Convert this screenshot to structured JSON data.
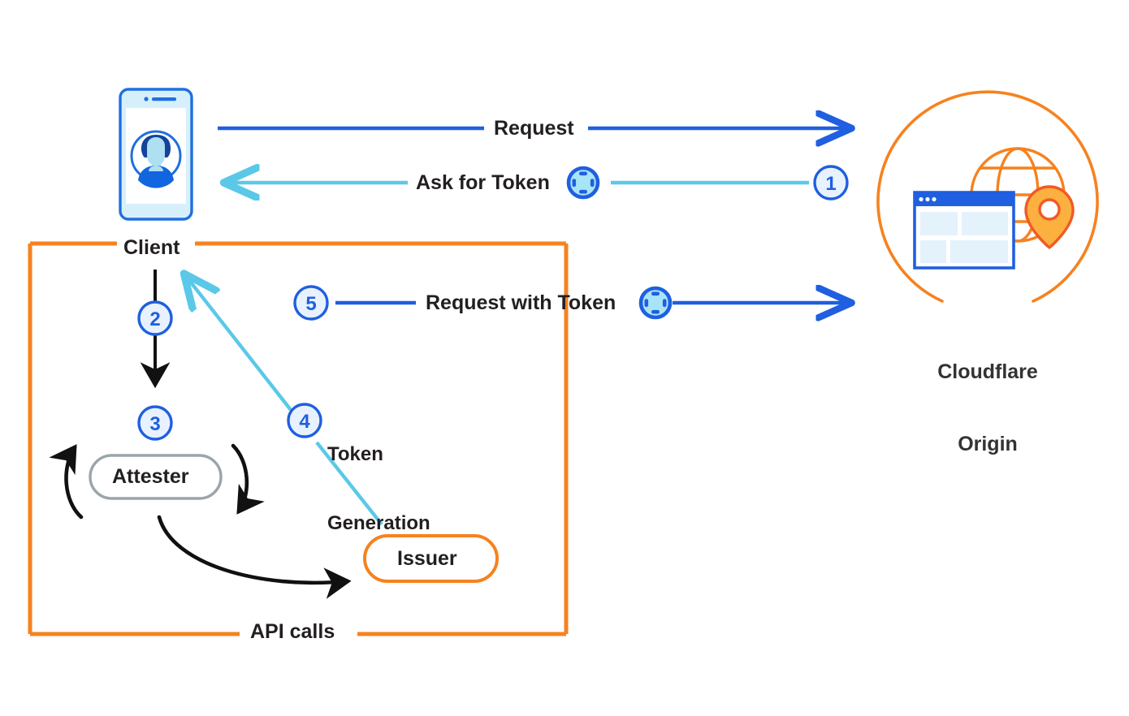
{
  "diagram": {
    "title": "Privacy Pass token issuance flow",
    "nodes": {
      "client": {
        "label": "Client",
        "icon": "mobile-phone-user-icon"
      },
      "attester": {
        "label": "Attester",
        "shape": "pill",
        "border_color": "#9aa5ab"
      },
      "issuer": {
        "label": "Issuer",
        "shape": "pill",
        "border_color": "#f6821f"
      },
      "origin": {
        "label": "Cloudflare\nOrigin",
        "label_line1": "Cloudflare",
        "label_line2": "Origin",
        "icon": "browser-globe-pin-icon",
        "ring_color": "#f6821f"
      }
    },
    "group": {
      "label": "API calls",
      "border_color": "#f6821f"
    },
    "flows": [
      {
        "step": "",
        "label": "Request",
        "direction": "client-to-origin",
        "color": "#1f5fe0",
        "has_token_badge": false
      },
      {
        "step": "1",
        "label": "Ask for Token",
        "direction": "origin-to-client",
        "color": "#5bc8e8",
        "has_token_badge": true
      },
      {
        "step": "2",
        "label": "",
        "direction": "client-to-attester",
        "color": "#000000",
        "has_token_badge": false
      },
      {
        "step": "3",
        "label": "",
        "direction": "attestation-loop",
        "color": "#000000",
        "has_token_badge": false
      },
      {
        "step": "4",
        "label": "Token Generation",
        "label_line1": "Token",
        "label_line2": "Generation",
        "direction": "issuer-to-client",
        "color": "#5bc8e8",
        "has_token_badge": false
      },
      {
        "step": "5",
        "label": "Request with Token",
        "direction": "client-to-origin",
        "color": "#1f5fe0",
        "has_token_badge": true
      }
    ],
    "step_badges": [
      "1",
      "2",
      "3",
      "4",
      "5"
    ],
    "token_badge": {
      "name": "privacy-pass-token-icon",
      "ring_color": "#1f5fe0",
      "fill_color": "#a8e4f7"
    },
    "colors": {
      "blue": "#1f5fe0",
      "cyan": "#5bc8e8",
      "orange": "#f6821f",
      "black": "#111111",
      "gray": "#9aa5ab",
      "badge_fill": "#e8f2fe",
      "light_blue": "#cfeefb"
    }
  }
}
